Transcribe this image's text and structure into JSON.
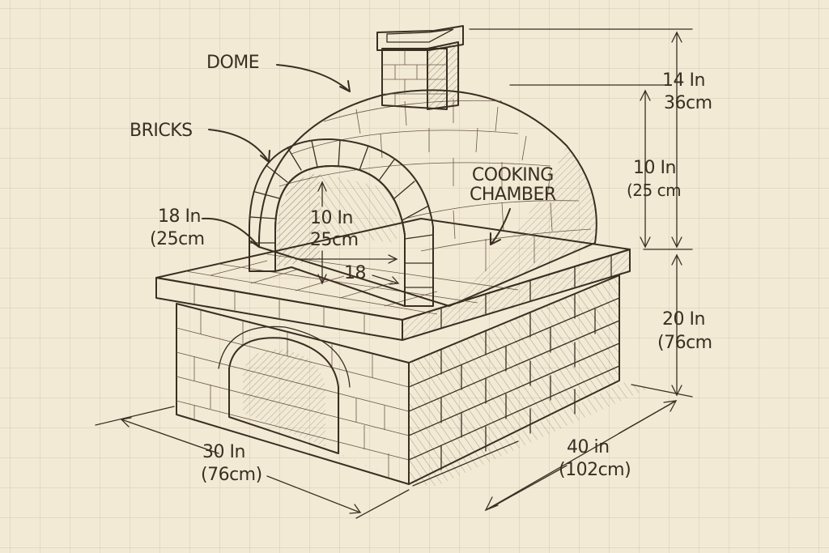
{
  "labels": {
    "dome": "DOME",
    "bricks": "BRICKS",
    "cooking_chamber": "COOKING\nCHAMBER"
  },
  "dimensions": {
    "chimney_height": {
      "imperial": "14 In",
      "metric": "36cm"
    },
    "dome_height": {
      "imperial": "10 In",
      "metric": "(25 cm"
    },
    "base_height": {
      "imperial": "20 In",
      "metric": "(76cm"
    },
    "opening_width": {
      "imperial": "18 In",
      "metric": "(25cm"
    },
    "opening_height": {
      "imperial": "10 In",
      "metric": "25cm"
    },
    "opening_depth": "18",
    "base_width": {
      "imperial": "30 In",
      "metric": "(76cm)"
    },
    "base_depth": {
      "imperial": "40 in",
      "metric": "(102cm)"
    }
  },
  "colors": {
    "paper": "#f3ead6",
    "ink": "#3a2e22",
    "grid": "#d9ccb2"
  }
}
